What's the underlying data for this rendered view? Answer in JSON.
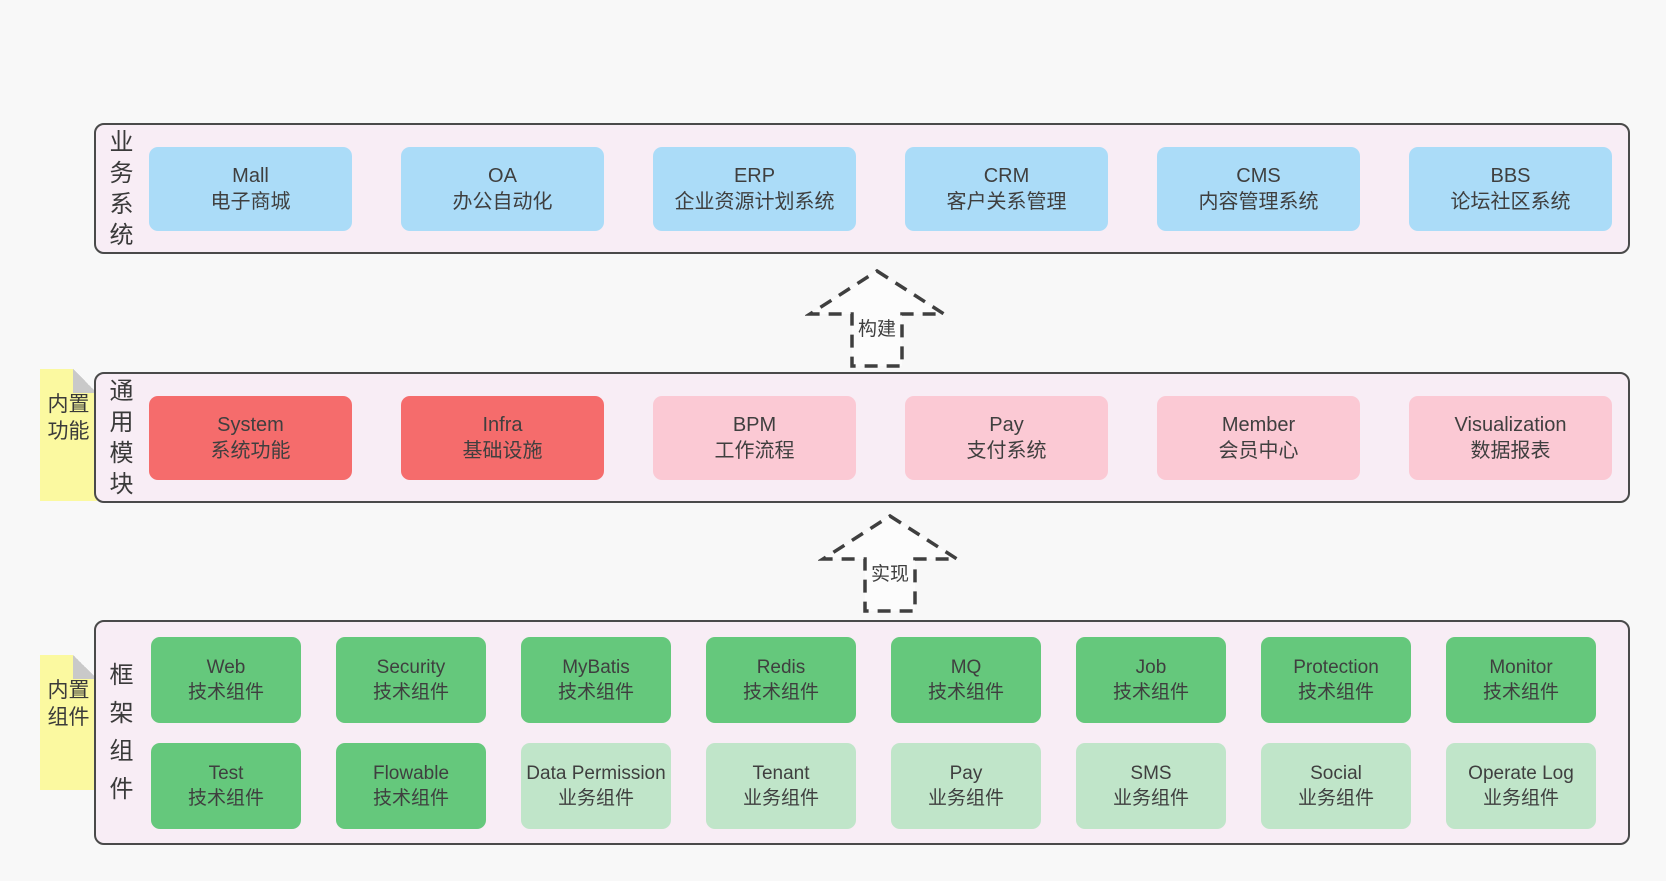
{
  "diagram": {
    "colors": {
      "page_bg": "#f8f8f8",
      "panel_bg": "#f8edf5",
      "panel_border": "#4a4a4a",
      "blue_box": "#abdcf8",
      "red_box": "#f56c6c",
      "pink_box": "#fbc9d4",
      "green_box": "#65c87c",
      "light_green_box": "#c0e5c9",
      "note_yellow": "#fbf9a0",
      "note_fold_gray": "#c9c9c9",
      "text": "#3f3f3f"
    },
    "arrows": [
      {
        "label": "构建"
      },
      {
        "label": "实现"
      }
    ],
    "layers": [
      {
        "label": "业务系统",
        "boxes": [
          {
            "title": "Mall",
            "subtitle": "电子商城",
            "variant": "blue"
          },
          {
            "title": "OA",
            "subtitle": "办公自动化",
            "variant": "blue"
          },
          {
            "title": "ERP",
            "subtitle": "企业资源计划系统",
            "variant": "blue"
          },
          {
            "title": "CRM",
            "subtitle": "客户关系管理",
            "variant": "blue"
          },
          {
            "title": "CMS",
            "subtitle": "内容管理系统",
            "variant": "blue"
          },
          {
            "title": "BBS",
            "subtitle": "论坛社区系统",
            "variant": "blue"
          }
        ]
      },
      {
        "label": "通用模块",
        "note": "内置功能",
        "boxes": [
          {
            "title": "System",
            "subtitle": "系统功能",
            "variant": "red"
          },
          {
            "title": "Infra",
            "subtitle": "基础设施",
            "variant": "red"
          },
          {
            "title": "BPM",
            "subtitle": "工作流程",
            "variant": "pink"
          },
          {
            "title": "Pay",
            "subtitle": "支付系统",
            "variant": "pink"
          },
          {
            "title": "Member",
            "subtitle": "会员中心",
            "variant": "pink"
          },
          {
            "title": "Visualization",
            "subtitle": "数据报表",
            "variant": "pink"
          }
        ]
      },
      {
        "label": "框架组件",
        "note": "内置组件",
        "boxes": [
          {
            "title": "Web",
            "subtitle": "技术组件",
            "variant": "green"
          },
          {
            "title": "Security",
            "subtitle": "技术组件",
            "variant": "green"
          },
          {
            "title": "MyBatis",
            "subtitle": "技术组件",
            "variant": "green"
          },
          {
            "title": "Redis",
            "subtitle": "技术组件",
            "variant": "green"
          },
          {
            "title": "MQ",
            "subtitle": "技术组件",
            "variant": "green"
          },
          {
            "title": "Job",
            "subtitle": "技术组件",
            "variant": "green"
          },
          {
            "title": "Protection",
            "subtitle": "技术组件",
            "variant": "green"
          },
          {
            "title": "Monitor",
            "subtitle": "技术组件",
            "variant": "green"
          },
          {
            "title": "Test",
            "subtitle": "技术组件",
            "variant": "green"
          },
          {
            "title": "Flowable",
            "subtitle": "技术组件",
            "variant": "green"
          },
          {
            "title": "Data Permission",
            "subtitle": "业务组件",
            "variant": "lightgreen"
          },
          {
            "title": "Tenant",
            "subtitle": "业务组件",
            "variant": "lightgreen"
          },
          {
            "title": "Pay",
            "subtitle": "业务组件",
            "variant": "lightgreen"
          },
          {
            "title": "SMS",
            "subtitle": "业务组件",
            "variant": "lightgreen"
          },
          {
            "title": "Social",
            "subtitle": "业务组件",
            "variant": "lightgreen"
          },
          {
            "title": "Operate Log",
            "subtitle": "业务组件",
            "variant": "lightgreen"
          }
        ]
      }
    ]
  }
}
